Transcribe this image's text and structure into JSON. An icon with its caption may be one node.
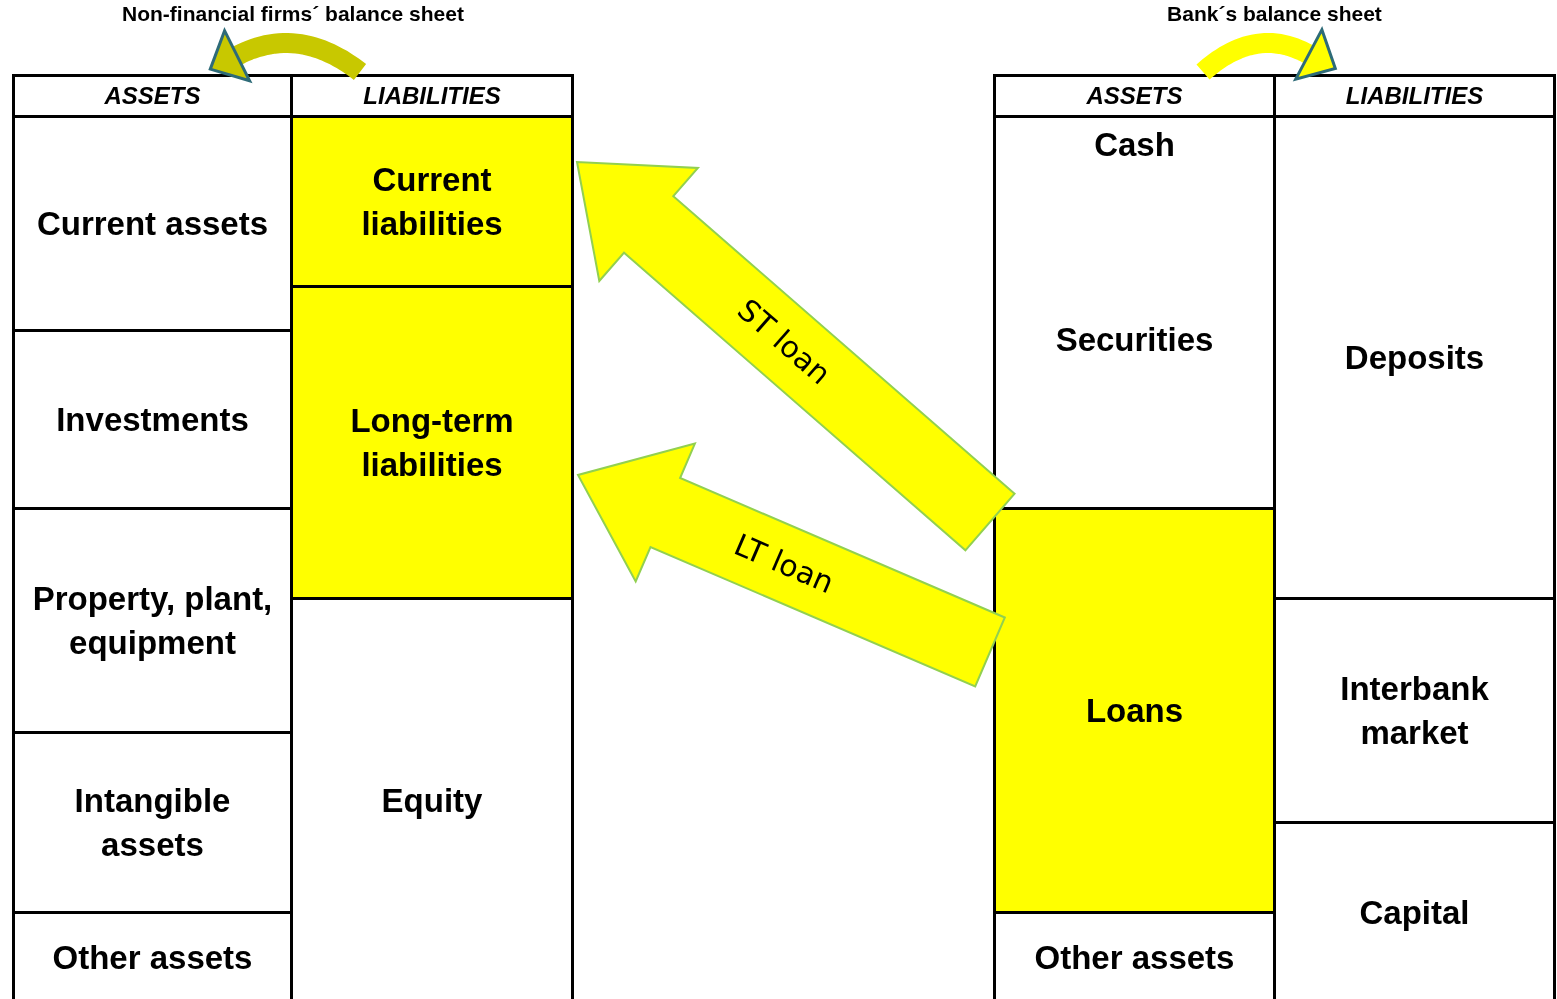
{
  "diagram": {
    "nodes": [
      {
        "text": [
          "ASSETS"
        ]
      },
      {
        "text": [
          "LIABILITIES"
        ]
      },
      {
        "text": [
          "Current assets"
        ]
      },
      {
        "text": [
          "Investments"
        ]
      },
      {
        "text": [
          "Property, plant, equipment"
        ]
      },
      {
        "text": [
          "Intangible assets"
        ]
      },
      {
        "text": [
          "Other assets"
        ]
      },
      {
        "text": [
          "Current liabilities"
        ]
      },
      {
        "text": [
          "Long-term liabilities"
        ]
      },
      {
        "text": [
          "Equity"
        ]
      },
      {
        "text": [
          "ASSETS"
        ]
      },
      {
        "text": [
          "LIABILITIES"
        ]
      },
      {
        "text": [
          "Cash"
        ]
      },
      {
        "text": [
          "Securities"
        ]
      },
      {
        "text": [
          "Loans"
        ]
      },
      {
        "text": [
          "Other assets"
        ]
      },
      {
        "text": [
          "Deposits"
        ]
      },
      {
        "text": [
          "Interbank market"
        ]
      },
      {
        "text": [
          "Capital"
        ]
      }
    ],
    "edges": [
      {
        "from": 1,
        "to": 0,
        "arrow": "to",
        "color": "#c8c800"
      },
      {
        "from": 10,
        "to": 11,
        "arrow": "to"
      },
      {
        "from": 14,
        "to": 7,
        "arrow": "to",
        "style": "thick",
        "label": "ST loan"
      },
      {
        "from": 14,
        "to": 8,
        "arrow": "to",
        "style": "thick",
        "label": "LT loan"
      }
    ],
    "labels": [
      "Non-financial firms´ balance sheet",
      "Bank´s balance sheet"
    ]
  }
}
